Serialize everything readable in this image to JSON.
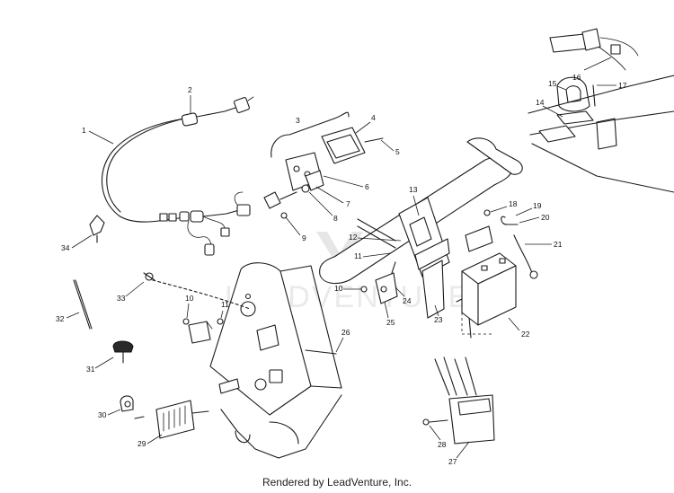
{
  "watermark": "LEADVENTURE",
  "footer": "Rendered by LeadVenture, Inc.",
  "callouts": [
    "1",
    "2",
    "3",
    "4",
    "5",
    "6",
    "7",
    "8",
    "9",
    "10",
    "11",
    "11",
    "12",
    "13",
    "14",
    "15",
    "16",
    "17",
    "18",
    "19",
    "20",
    "21",
    "22",
    "23",
    "24",
    "25",
    "26",
    "27",
    "28",
    "29",
    "30",
    "31",
    "32",
    "33",
    "34"
  ]
}
